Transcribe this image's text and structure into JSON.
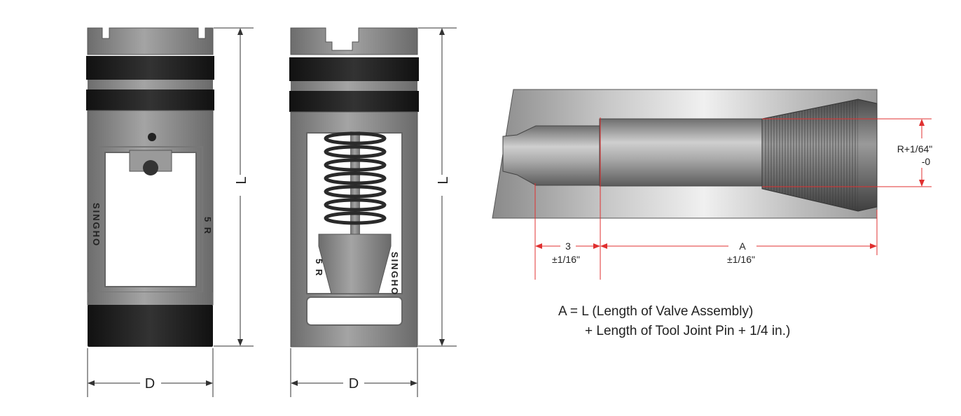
{
  "valve_left": {
    "dim_height": "L",
    "dim_width": "D",
    "side_text_left": "SINGHO",
    "side_text_right": "5 R"
  },
  "valve_right": {
    "dim_height": "L",
    "dim_width": "D",
    "side_text_left": "5 R",
    "side_text_right": "SINGHO"
  },
  "bore_drawing": {
    "dim_3": "3",
    "dim_3_tol": "±1/16\"",
    "dim_a": "A",
    "dim_a_tol": "±1/16\"",
    "dim_r": "R+1/64\"",
    "dim_r_tol": "-0"
  },
  "formula": {
    "line1": "A = L (Length of Valve Assembly)",
    "line2": "+ Length of Tool Joint Pin + 1/4 in.)"
  },
  "colors": {
    "body_gray": "#8c8c8c",
    "seal_black": "#1c1c1c",
    "dimension_red": "#e03030"
  }
}
